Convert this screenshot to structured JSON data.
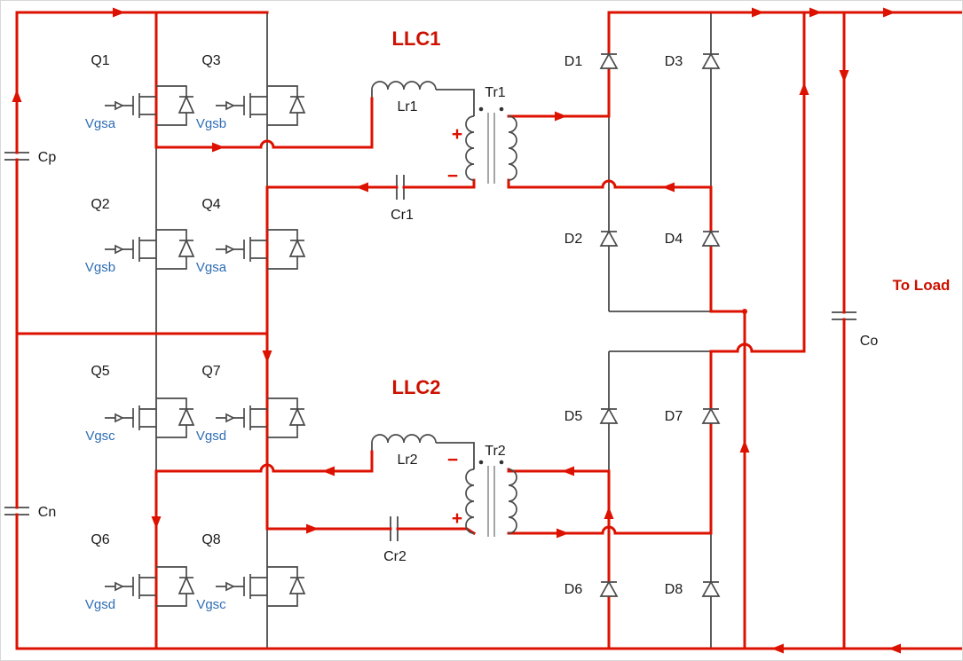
{
  "diagram": {
    "stages": [
      {
        "label": "LLC1"
      },
      {
        "label": "LLC2"
      }
    ],
    "to_load_label": "To Load",
    "mosfets": [
      {
        "name": "Q1",
        "gate": "Vgsa"
      },
      {
        "name": "Q2",
        "gate": "Vgsb"
      },
      {
        "name": "Q3",
        "gate": "Vgsb"
      },
      {
        "name": "Q4",
        "gate": "Vgsa"
      },
      {
        "name": "Q5",
        "gate": "Vgsc"
      },
      {
        "name": "Q6",
        "gate": "Vgsd"
      },
      {
        "name": "Q7",
        "gate": "Vgsd"
      },
      {
        "name": "Q8",
        "gate": "Vgsc"
      }
    ],
    "diodes": [
      "D1",
      "D2",
      "D3",
      "D4",
      "D5",
      "D6",
      "D7",
      "D8"
    ],
    "capacitors": {
      "input_top": "Cp",
      "input_bottom": "Cn",
      "output": "Co",
      "resonant1": "Cr1",
      "resonant2": "Cr2"
    },
    "inductors": {
      "resonant1": "Lr1",
      "resonant2": "Lr2"
    },
    "transformers": [
      {
        "name": "Tr1",
        "polarity_top": "+",
        "polarity_bottom": "−"
      },
      {
        "name": "Tr2",
        "polarity_top": "−",
        "polarity_bottom": "+"
      }
    ],
    "colors": {
      "current_path": "#dd1100",
      "wire": "#4a4a4a",
      "gate_label": "#2e6db4",
      "stage_label": "#cc1100"
    }
  }
}
